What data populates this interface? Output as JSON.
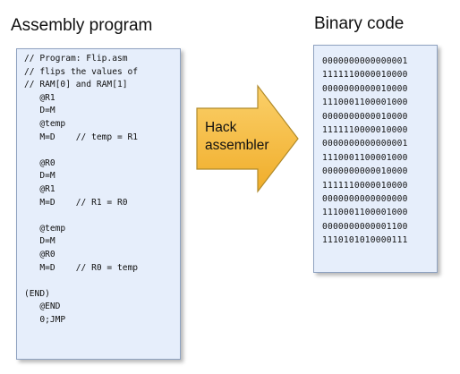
{
  "headings": {
    "assembly": "Assembly program",
    "binary": "Binary code"
  },
  "assembly_lines": [
    "// Program: Flip.asm",
    "// flips the values of",
    "// RAM[0] and RAM[1]",
    "   @R1",
    "   D=M",
    "   @temp",
    "   M=D    // temp = R1",
    "",
    "   @R0",
    "   D=M",
    "   @R1",
    "   M=D    // R1 = R0",
    "",
    "   @temp",
    "   D=M",
    "   @R0",
    "   M=D    // R0 = temp",
    "",
    "(END)",
    "   @END",
    "   0;JMP"
  ],
  "binary_lines": [
    "0000000000000001",
    "1111110000010000",
    "0000000000010000",
    "1110001100001000",
    "0000000000010000",
    "1111110000010000",
    "0000000000000001",
    "1110001100001000",
    "0000000000010000",
    "1111110000010000",
    "0000000000000000",
    "1110001100001000",
    "0000000000001100",
    "1110101010000111"
  ],
  "arrow": {
    "line1": "Hack",
    "line2": "assembler",
    "fill": "#f7c14a",
    "stroke": "#b08a2a"
  },
  "colors": {
    "panel_fill": "#e6eefb",
    "panel_border": "#8fa2c0"
  }
}
